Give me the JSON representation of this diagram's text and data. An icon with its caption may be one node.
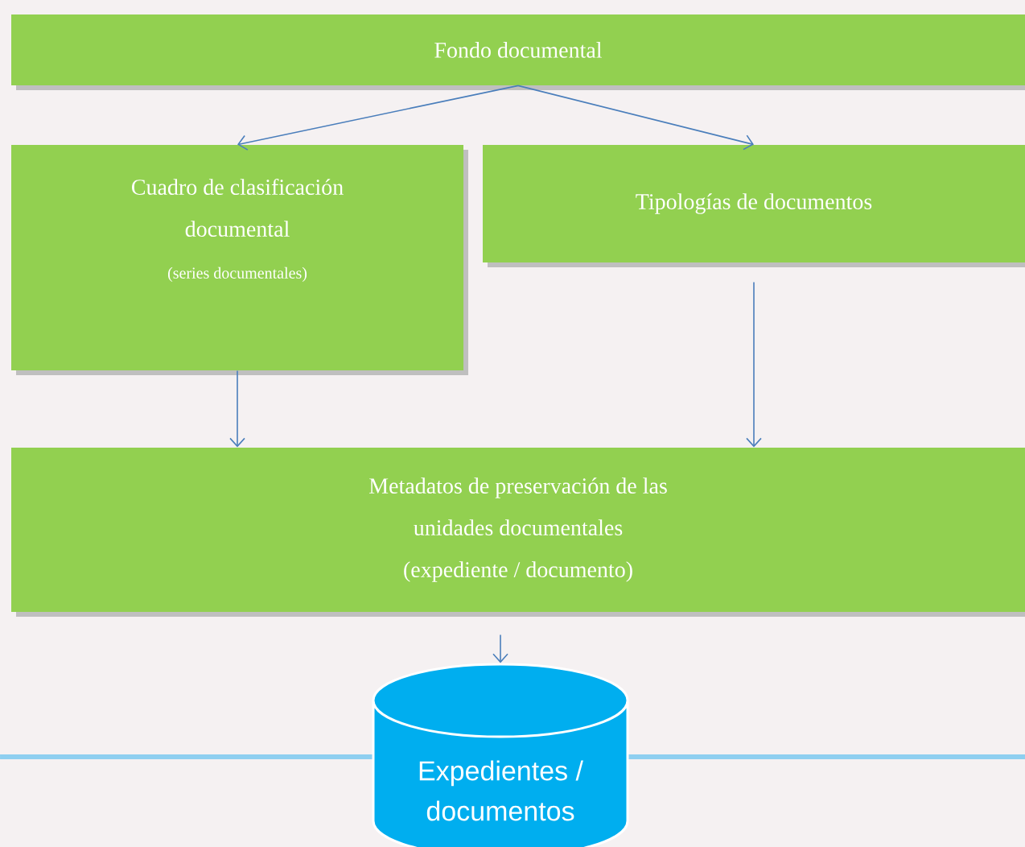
{
  "diagram": {
    "nodes": [
      {
        "text": [
          "Fondo documental"
        ]
      },
      {
        "text": [
          "Cuadro de clasificación documental",
          "(series documentales)"
        ]
      },
      {
        "text": [
          "Tipologías de documentos"
        ]
      },
      {
        "text": [
          "Metadatos de preservación de las unidades documentales",
          "(expediente / documento)"
        ]
      },
      {
        "text": [
          "Expedientes / documentos"
        ]
      }
    ],
    "edges": [
      {
        "from": 0,
        "to": 1,
        "arrow": "to"
      },
      {
        "from": 0,
        "to": 2,
        "arrow": "to"
      },
      {
        "from": 1,
        "to": 3,
        "arrow": "to"
      },
      {
        "from": 2,
        "to": 3,
        "arrow": "to"
      },
      {
        "from": 3,
        "to": 4,
        "arrow": "to"
      }
    ]
  }
}
